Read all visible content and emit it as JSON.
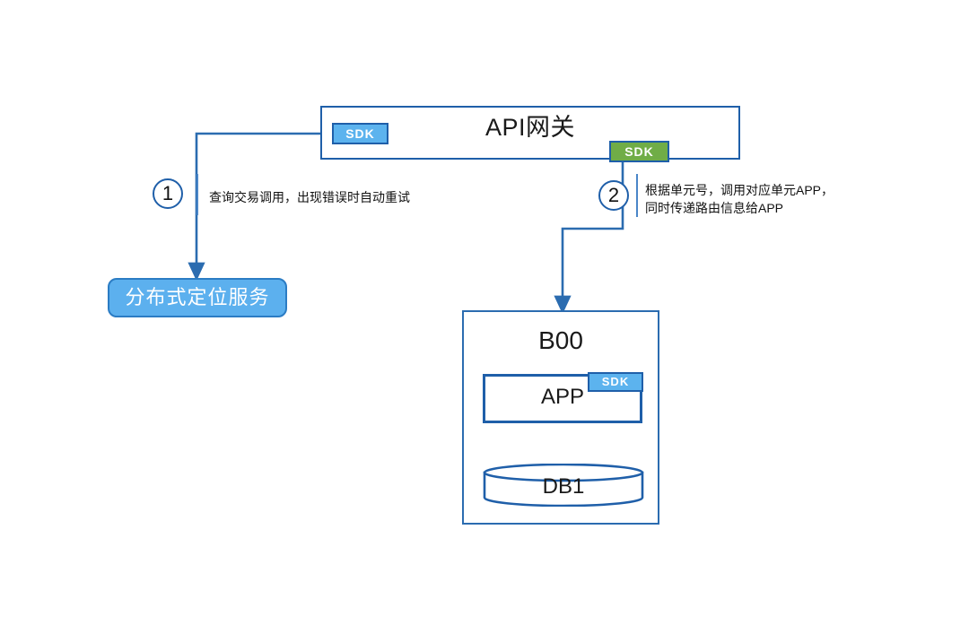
{
  "diagram": {
    "title_nodes": {
      "api_gateway": "API网关",
      "distributed_service": "分布式定位服务",
      "unit": "B00",
      "app": "APP",
      "database": "DB1"
    },
    "badges": {
      "gateway_sdk_left": "SDK",
      "gateway_sdk_right": "SDK",
      "app_sdk": "SDK"
    },
    "steps": [
      {
        "number": "1",
        "text": "查询交易调用，出现错误时自动重试"
      },
      {
        "number": "2",
        "text": "根据单元号，调用对应单元APP，\n同时传递路由信息给APP"
      }
    ],
    "colors": {
      "border_blue": "#1F5FA9",
      "sdk_blue": "#5CB3EE",
      "sdk_green": "#70AD47",
      "service_fill": "#5CB0EE",
      "arrow_blue": "#2B6CB0",
      "text_dark": "#1a1a1a",
      "background": "#ffffff"
    }
  }
}
